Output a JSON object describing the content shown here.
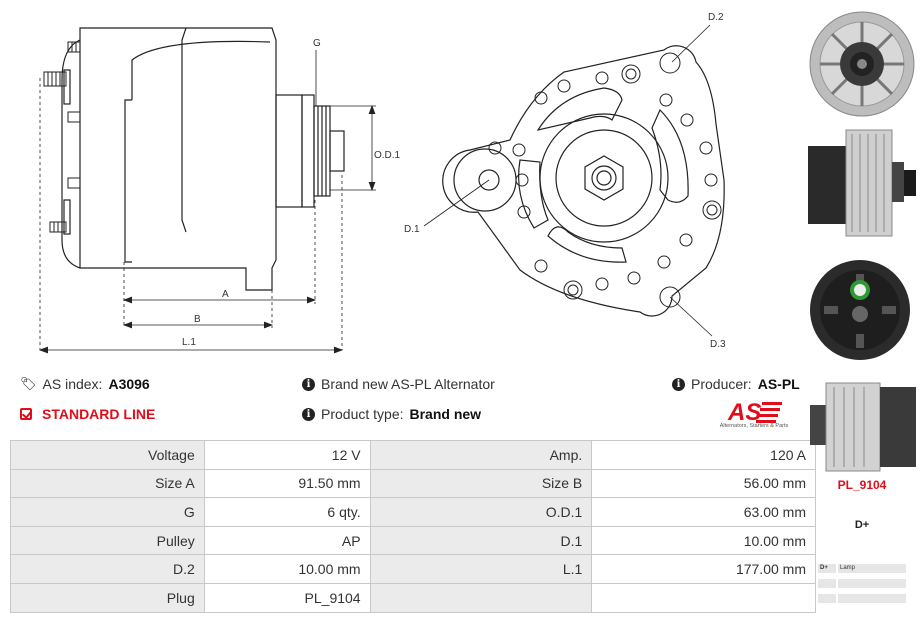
{
  "drawing": {
    "labels": {
      "g": "G",
      "od1": "O.D.1",
      "a": "A",
      "b": "B",
      "l1": "L.1",
      "d1": "D.1",
      "d2": "D.2",
      "d3": "D.3"
    }
  },
  "info": {
    "as_index_label": "AS index:",
    "as_index_value": "A3096",
    "line": "STANDARD LINE",
    "brand_text": "Brand new AS-PL Alternator",
    "product_type_label": "Product type:",
    "product_type_value": "Brand new",
    "producer_label": "Producer:",
    "producer_value": "AS-PL"
  },
  "logo": {
    "mark": "AS",
    "tagline": "Alternators, Starters & Parts"
  },
  "specs": [
    [
      "Voltage",
      "12 V",
      "Amp.",
      "120 A"
    ],
    [
      "Size A",
      "91.50 mm",
      "Size B",
      "56.00 mm"
    ],
    [
      "G",
      "6 qty.",
      "O.D.1",
      "63.00 mm"
    ],
    [
      "Pulley",
      "AP",
      "D.1",
      "10.00 mm"
    ],
    [
      "D.2",
      "10.00 mm",
      "L.1",
      "177.00 mm"
    ],
    [
      "Plug",
      "PL_9104",
      "",
      ""
    ]
  ],
  "plug": {
    "code": "PL_9104",
    "terminal": "D+",
    "legend": [
      {
        "pin": "D+",
        "desc": "Lamp"
      },
      {
        "pin": "",
        "desc": ""
      },
      {
        "pin": "",
        "desc": ""
      }
    ]
  },
  "colors": {
    "accent": "#e10d1b",
    "key_cell": "#ebebeb",
    "border": "#c8c8c8"
  }
}
